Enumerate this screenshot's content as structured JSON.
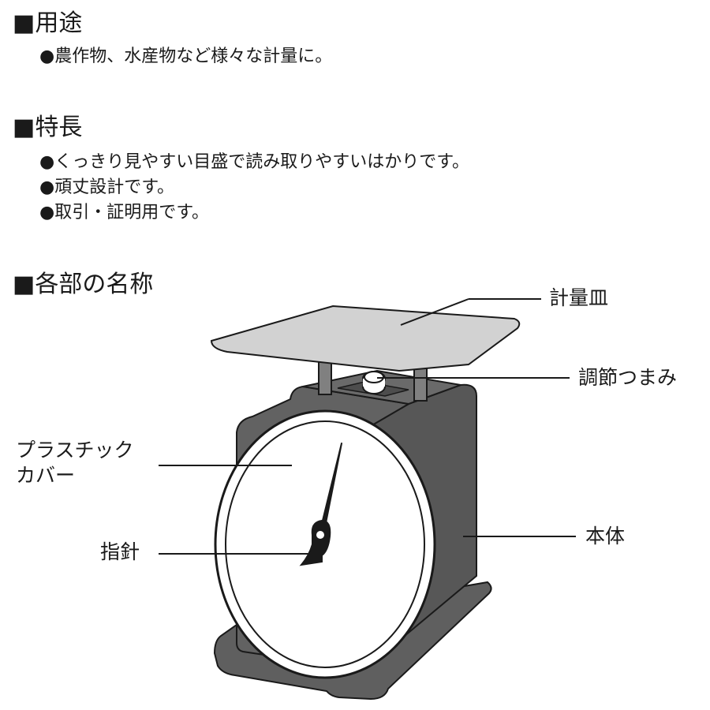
{
  "uses": {
    "heading": "■用途",
    "items": [
      "●農作物、水産物など様々な計量に。"
    ]
  },
  "features": {
    "heading": "■特長",
    "items": [
      "●くっきり見やすい目盛で読み取りやすいはかりです。",
      "●頑丈設計です。",
      "●取引・証明用です。"
    ]
  },
  "parts": {
    "heading": "■各部の名称",
    "labels": {
      "tray": "計量皿",
      "knob": "調節つまみ",
      "cover": "プラスチック\nカバー",
      "body": "本体",
      "needle": "指針"
    }
  },
  "colors": {
    "body": "#5f5f5f",
    "tray": "#d2d2d2",
    "outline": "#1a1a1a",
    "dial": "#ffffff"
  }
}
